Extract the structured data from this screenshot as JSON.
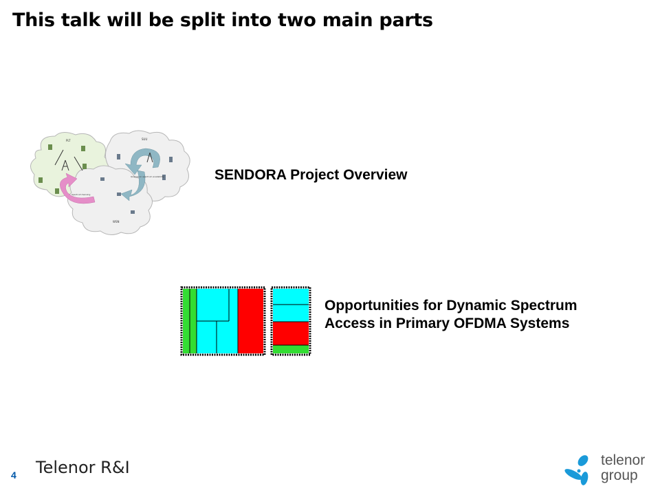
{
  "slide": {
    "title": "This talk will be split into two main parts",
    "number": "4"
  },
  "items": [
    {
      "label": "SENDORA Project Overview"
    },
    {
      "line1": "Opportunities for Dynamic Spectrum",
      "line2": "Access in Primary OFDMA Systems"
    }
  ],
  "diagram": {
    "labels": [
      "PLT",
      "SUU",
      "WSN",
      "Queries on spectrum availability",
      "Spectrum Sensing"
    ]
  },
  "footer": {
    "brand": "Telenor R&I",
    "logo_line1": "telenor",
    "logo_line2": "group"
  },
  "colors": {
    "accent_blue": "#0057a8",
    "cyan": "#00ffff",
    "green": "#33dd33",
    "red": "#ff0000",
    "logo_blue": "#1a9ad9"
  }
}
